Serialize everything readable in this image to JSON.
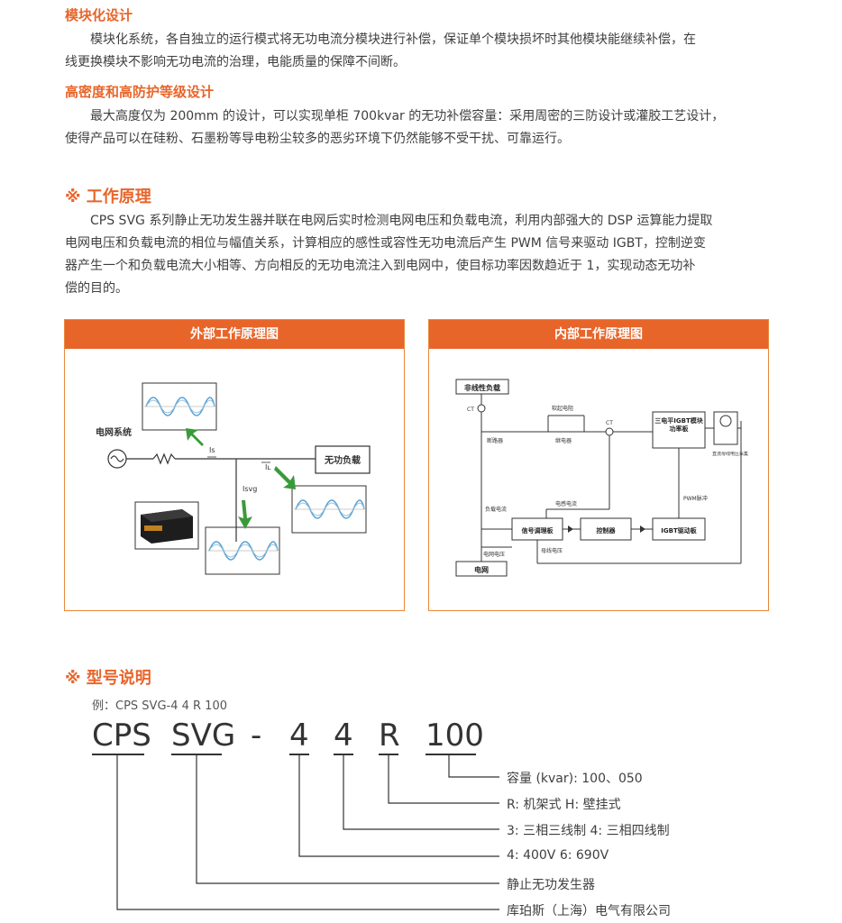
{
  "section1": {
    "heading": "模块化设计",
    "line1": "模块化系统，各自独立的运行模式将无功电流分模块进行补偿，保证单个模块损坏时其他模块能继续补偿，在",
    "line2": "线更换模块不影响无功电流的治理，电能质量的保障不间断。"
  },
  "section2": {
    "heading": "高密度和高防护等级设计",
    "line1": "最大高度仅为 200mm 的设计，可以实现单柜 700kvar 的无功补偿容量：采用周密的三防设计或灌胶工艺设计，",
    "line2": "使得产品可以在硅粉、石墨粉等导电粉尘较多的恶劣环境下仍然能够不受干扰、可靠运行。"
  },
  "principle": {
    "heading": "※ 工作原理",
    "line1": "CPS SVG 系列静止无功发生器并联在电网后实时检测电网电压和负载电流，利用内部强大的 DSP 运算能力提取",
    "line2": "电网电压和负载电流的相位与幅值关系，计算相应的感性或容性无功电流后产生 PWM 信号来驱动 IGBT，控制逆变",
    "line3": "器产生一个和负载电流大小相等、方向相反的无功电流注入到电网中，使目标功率因数趋近于 1，实现动态无功补",
    "line4": "偿的目的。"
  },
  "diagram_external": {
    "title": "外部工作原理图",
    "grid_label": "电网系统",
    "load_label": "无功负载",
    "il": "Iʟ",
    "is": "Is",
    "isvg": "Isvg"
  },
  "diagram_internal": {
    "title": "内部工作原理图",
    "nonlinear_load": "非线性负载",
    "ct1": "CT",
    "ct2": "CT",
    "breaker": "断路器",
    "soft_start": "软起电阻",
    "relay": "继电器",
    "igbt_board": "三电平IGBT模块功率板",
    "dc_bus": "直流母线电压采集",
    "pwm": "PWM脉冲",
    "load_current": "负载电流",
    "inductor_current": "电感电流",
    "grid_voltage": "电网电压",
    "signal_board": "信号调理板",
    "controller": "控制器",
    "igbt_driver": "IGBT驱动板",
    "bus_voltage": "母线电压",
    "grid": "电网"
  },
  "model": {
    "heading": "※ 型号说明",
    "example": "例：CPS SVG-4 4 R 100",
    "parts": [
      "CPS",
      "SVG",
      "-",
      "4",
      "4",
      "R",
      "100"
    ],
    "descriptions": [
      "容量 (kvar): 100、050",
      "R: 机架式  H: 壁挂式",
      "3: 三相三线制  4: 三相四线制",
      "4: 400V  6: 690V",
      "静止无功发生器",
      "库珀斯（上海）电气有限公司"
    ]
  },
  "colors": {
    "accent": "#e8652a",
    "panel_border": "#e8883a",
    "arrow_green": "#3a9a3a"
  }
}
